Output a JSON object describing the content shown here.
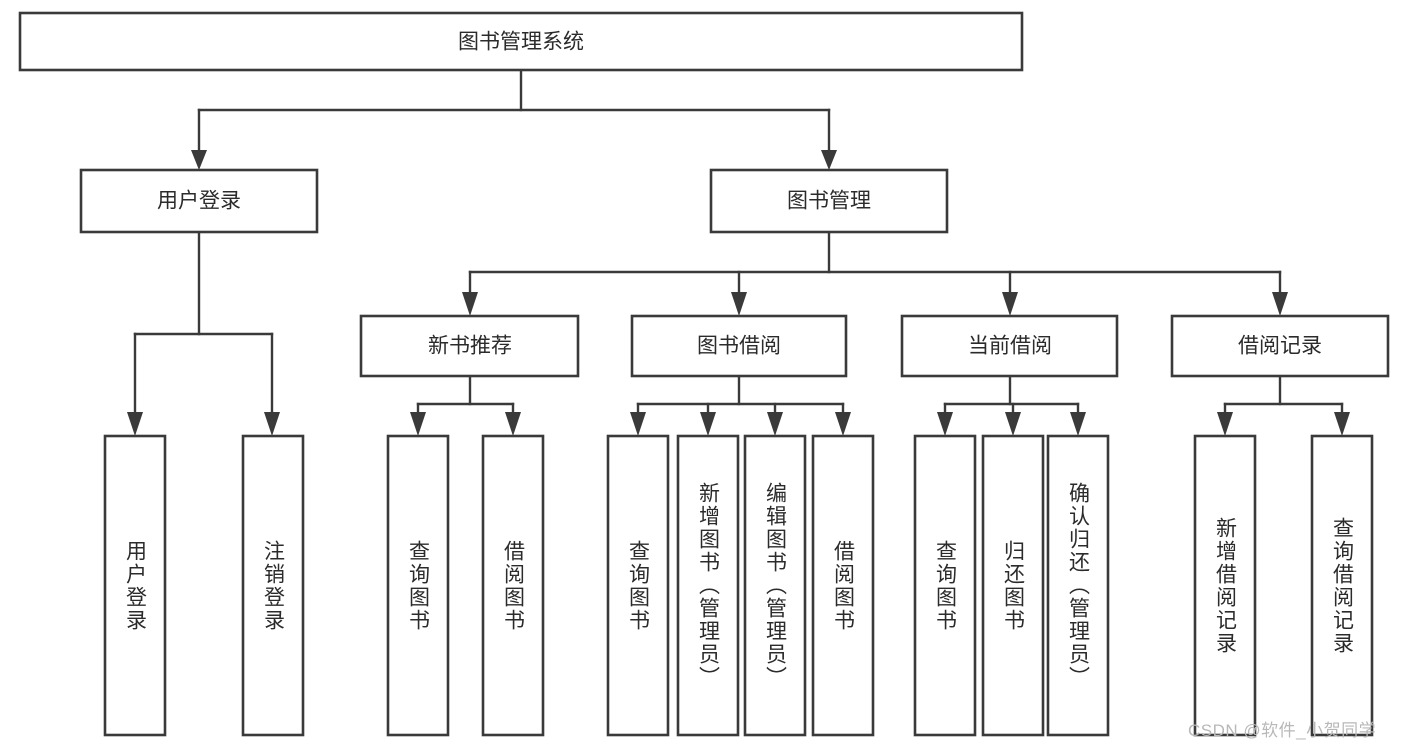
{
  "diagram": {
    "type": "tree-hierarchy",
    "title": "图书管理系统",
    "watermark": "CSDN @软件_小贺同学",
    "colors": {
      "background": "#ffffff",
      "box_stroke": "#3a3a3a",
      "box_fill": "#ffffff",
      "text": "#2b2b2b",
      "connector": "#3a3a3a",
      "watermark": "#b8b8b8"
    },
    "root": {
      "label": "图书管理系统",
      "id": "root"
    },
    "level2": [
      {
        "id": "user-login",
        "label": "用户登录"
      },
      {
        "id": "book-manage",
        "label": "图书管理"
      }
    ],
    "level3": [
      {
        "id": "new-book-recommend",
        "label": "新书推荐"
      },
      {
        "id": "book-borrow",
        "label": "图书借阅"
      },
      {
        "id": "current-borrow",
        "label": "当前借阅"
      },
      {
        "id": "borrow-record",
        "label": "借阅记录"
      }
    ],
    "leaves": {
      "user_login": [
        {
          "id": "leaf-user-login",
          "label": "用户登录"
        },
        {
          "id": "leaf-logout-login",
          "label": "注销登录"
        }
      ],
      "new_book_recommend": [
        {
          "id": "leaf-query-book-1",
          "label": "查询图书"
        },
        {
          "id": "leaf-borrow-book-1",
          "label": "借阅图书"
        }
      ],
      "book_borrow": [
        {
          "id": "leaf-query-book-2",
          "label": "查询图书"
        },
        {
          "id": "leaf-add-book",
          "label": "新增图书（管理员）"
        },
        {
          "id": "leaf-edit-book",
          "label": "编辑图书（管理员）"
        },
        {
          "id": "leaf-borrow-book-2",
          "label": "借阅图书"
        }
      ],
      "current_borrow": [
        {
          "id": "leaf-query-book-3",
          "label": "查询图书"
        },
        {
          "id": "leaf-return-book",
          "label": "归还图书"
        },
        {
          "id": "leaf-confirm-return",
          "label": "确认归还（管理员）"
        }
      ],
      "borrow_record": [
        {
          "id": "leaf-add-record",
          "label": "新增借阅记录"
        },
        {
          "id": "leaf-query-record",
          "label": "查询借阅记录"
        }
      ]
    }
  }
}
